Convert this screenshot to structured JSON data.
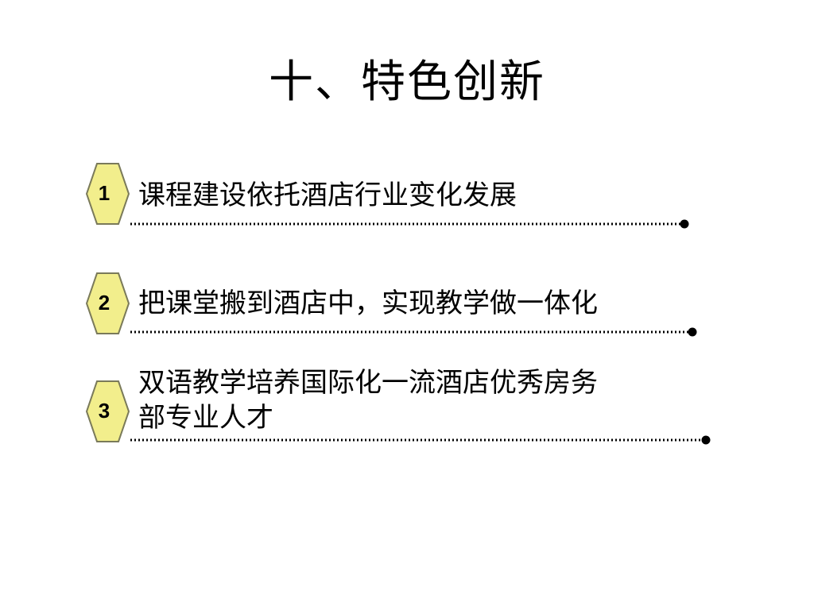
{
  "slide": {
    "title": "十、特色创新",
    "items": [
      {
        "number": "1",
        "text_lines": [
          "课程建设依托酒店行业变化发展"
        ]
      },
      {
        "number": "2",
        "text_lines": [
          "把课堂搬到酒店中，实现教学做一体化"
        ]
      },
      {
        "number": "3",
        "text_lines": [
          "双语教学培养国际化一流酒店优秀房务",
          "部专业人才"
        ]
      }
    ]
  },
  "colors": {
    "hex_fill": "#F2EE8C",
    "hex_stroke": "#7A7A5A",
    "dot_line": "#000000"
  }
}
